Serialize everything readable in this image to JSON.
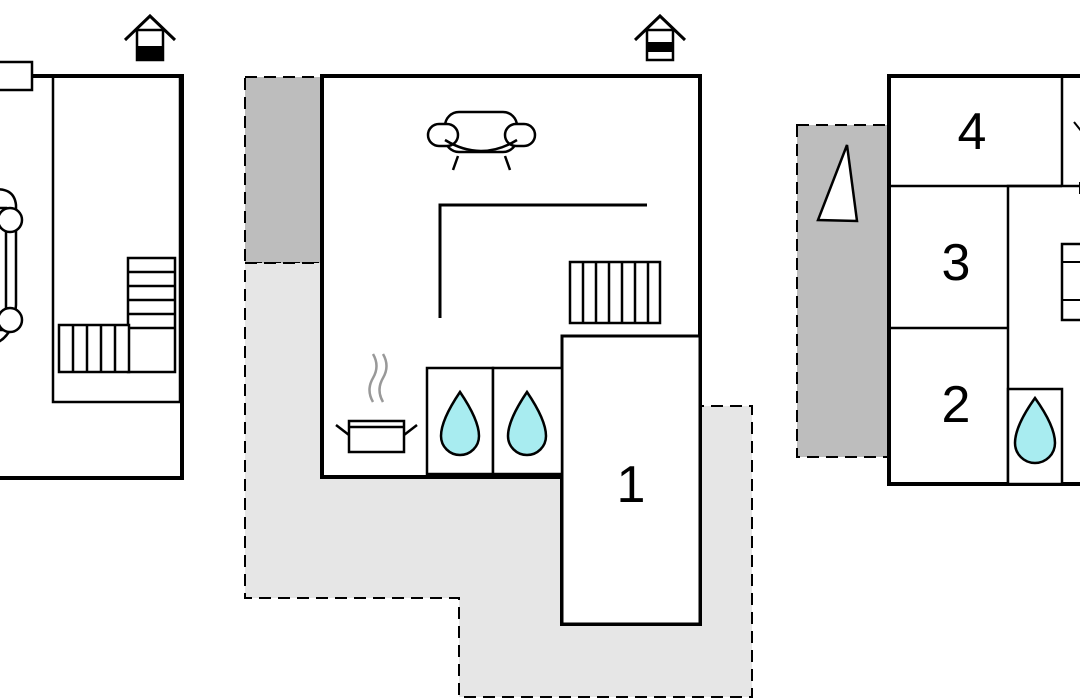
{
  "rooms": {
    "room_1": "1",
    "room_2": "2",
    "room_3": "3",
    "room_4": "4"
  },
  "icons": {
    "entrance": "house-entrance-icon",
    "car": "car-icon",
    "stairs": "stairs-icon",
    "sofa": "sofa-icon",
    "kitchen": "cooking-pot-icon",
    "water": "water-drop-icon",
    "compass": "north-arrow-icon"
  },
  "colors": {
    "wall": "#000000",
    "covered_area": "#bdbdbd",
    "terrace": "#e6e6e6",
    "water_drop": "#a8ecf0"
  }
}
